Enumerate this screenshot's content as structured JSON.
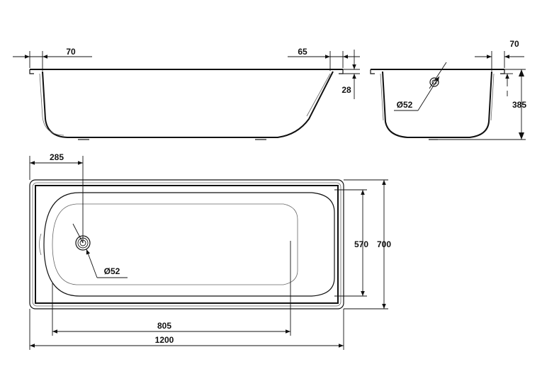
{
  "dimensions": {
    "side_rim_left": "70",
    "side_rim_right": "65",
    "side_rim_height": "28",
    "end_rim": "70",
    "end_depth": "385",
    "end_drain": "Ø52",
    "plan_drain_offset": "285",
    "plan_inner_width": "570",
    "plan_width": "700",
    "plan_drain": "Ø52",
    "plan_inner_length": "805",
    "plan_length": "1200"
  }
}
